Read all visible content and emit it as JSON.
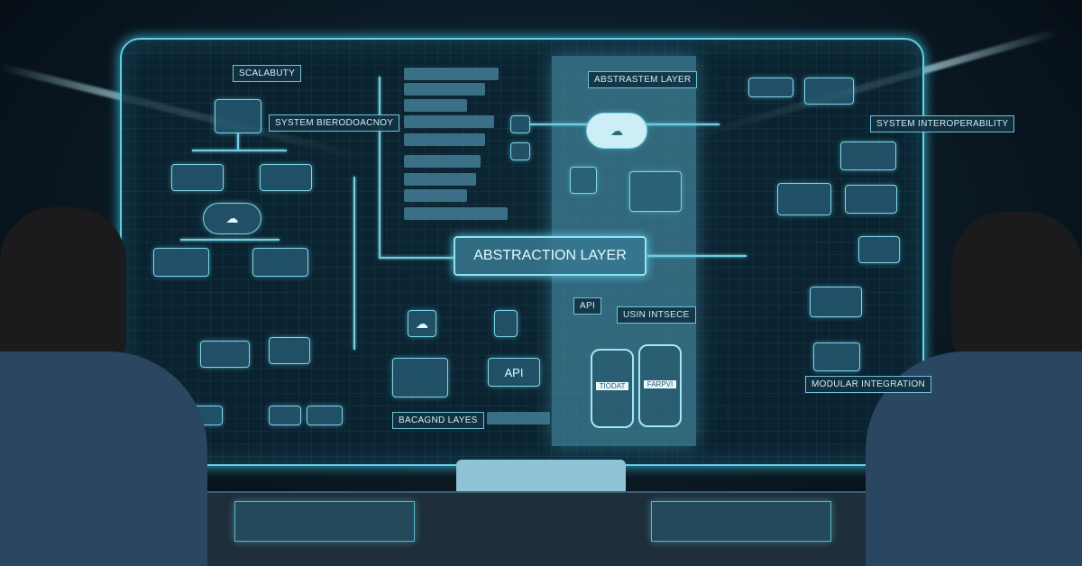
{
  "labels": {
    "scalability": "SCALABUTY",
    "system_redundancy": "SYSTEM BIERODOACNOY",
    "abstraction_top": "ABSTRASTEM LAYER",
    "system_interoperability": "SYSTEM INTEROPERABILITY",
    "abstraction_main": "ABSTRACTION LAYER",
    "api_small": "API",
    "user_interface": "USIN INTSECE",
    "api_main": "API",
    "backend_layer": "BACAGND LAYES",
    "modular_integration": "MODULAR INTEGRATION",
    "phone_left_text": "TIODAT",
    "phone_right_text": "FARPVI"
  },
  "colors": {
    "accent": "#5fd0e6",
    "background": "#08121b",
    "panel": "#3a7f95"
  }
}
